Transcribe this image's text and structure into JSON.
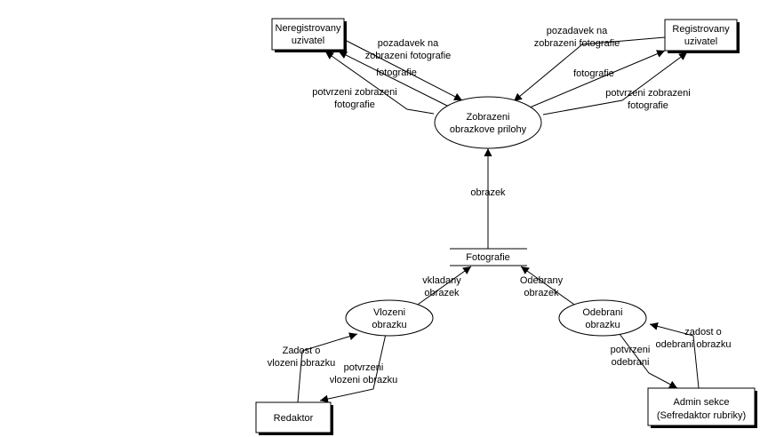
{
  "entities": {
    "neregistrovany": {
      "line1": "Neregistrovany",
      "line2": "uzivatel"
    },
    "registrovany": {
      "line1": "Registrovany",
      "line2": "uzivatel"
    },
    "redaktor": {
      "line1": "Redaktor"
    },
    "admin": {
      "line1": "Admin sekce",
      "line2": "(Sefredaktor rubriky)"
    }
  },
  "processes": {
    "zobrazeni": {
      "line1": "Zobrazeni",
      "line2": "obrazkove prilohy"
    },
    "vlozeni": {
      "line1": "Vlozeni",
      "line2": "obrazku"
    },
    "odebrani": {
      "line1": "Odebrani",
      "line2": "obrazku"
    }
  },
  "store": {
    "label": "Fotografie"
  },
  "flows": {
    "pozadavek_left": {
      "line1": "pozadavek na",
      "line2": "zobrazeni fotografie"
    },
    "fotografie_left": {
      "line1": "fotografie"
    },
    "potvrzeni_left": {
      "line1": "potvrzeni zobrazeni",
      "line2": "fotografie"
    },
    "pozadavek_right": {
      "line1": "pozadavek na",
      "line2": "zobrazeni fotografie"
    },
    "fotografie_right": {
      "line1": "fotografie"
    },
    "potvrzeni_right": {
      "line1": "potvrzeni zobrazeni",
      "line2": "fotografie"
    },
    "obrazek": {
      "line1": "obrazek"
    },
    "vkladany": {
      "line1": "vkladany",
      "line2": "obrazek"
    },
    "odebrany": {
      "line1": "Odebrany",
      "line2": "obrazek"
    },
    "zadost_vlozeni": {
      "line1": "Zadost o",
      "line2": "vlozeni obrazku"
    },
    "potvrzeni_vlozeni": {
      "line1": "potvrzeni",
      "line2": "vlozeni obrazku"
    },
    "potvrzeni_odebrani": {
      "line1": "potvrzeni",
      "line2": "odebrani"
    },
    "zadost_odebrani": {
      "line1": "zadost o",
      "line2": "odebrani obrazku"
    }
  }
}
